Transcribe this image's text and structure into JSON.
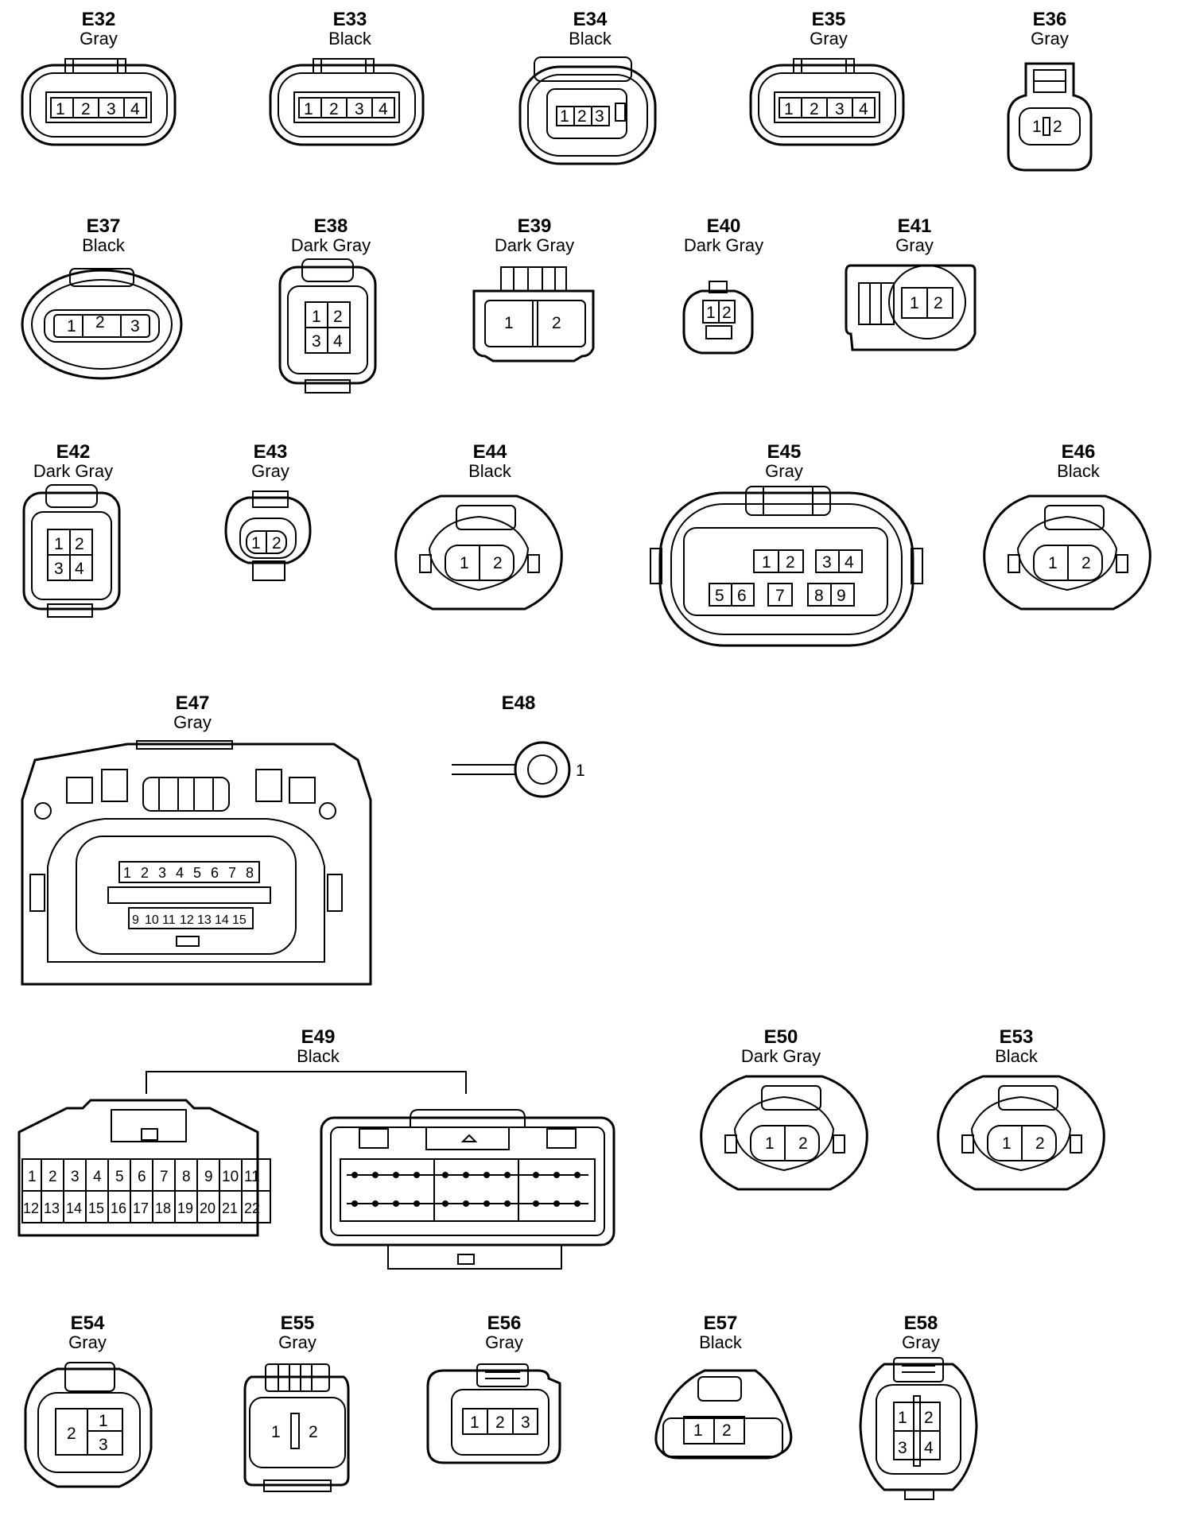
{
  "connectors": [
    {
      "id": "E32",
      "color": "Gray",
      "pins": [
        "1",
        "2",
        "3",
        "4"
      ]
    },
    {
      "id": "E33",
      "color": "Black",
      "pins": [
        "1",
        "2",
        "3",
        "4"
      ]
    },
    {
      "id": "E34",
      "color": "Black",
      "pins": [
        "1",
        "2",
        "3"
      ]
    },
    {
      "id": "E35",
      "color": "Gray",
      "pins": [
        "1",
        "2",
        "3",
        "4"
      ]
    },
    {
      "id": "E36",
      "color": "Gray",
      "pins": [
        "1",
        "2"
      ]
    },
    {
      "id": "E37",
      "color": "Black",
      "pins": [
        "1",
        "2",
        "3"
      ]
    },
    {
      "id": "E38",
      "color": "Dark Gray",
      "pins": [
        "1",
        "2",
        "3",
        "4"
      ]
    },
    {
      "id": "E39",
      "color": "Dark Gray",
      "pins": [
        "1",
        "2"
      ]
    },
    {
      "id": "E40",
      "color": "Dark Gray",
      "pins": [
        "1",
        "2"
      ]
    },
    {
      "id": "E41",
      "color": "Gray",
      "pins": [
        "1",
        "2"
      ]
    },
    {
      "id": "E42",
      "color": "Dark Gray",
      "pins": [
        "1",
        "2",
        "3",
        "4"
      ]
    },
    {
      "id": "E43",
      "color": "Gray",
      "pins": [
        "1",
        "2"
      ]
    },
    {
      "id": "E44",
      "color": "Black",
      "pins": [
        "1",
        "2"
      ]
    },
    {
      "id": "E45",
      "color": "Gray",
      "pins": [
        "1",
        "2",
        "3",
        "4",
        "5",
        "6",
        "7",
        "8",
        "9"
      ]
    },
    {
      "id": "E46",
      "color": "Black",
      "pins": [
        "1",
        "2"
      ]
    },
    {
      "id": "E47",
      "color": "Gray",
      "pins": [
        "1",
        "2",
        "3",
        "4",
        "5",
        "6",
        "7",
        "8",
        "9",
        "10",
        "11",
        "12",
        "13",
        "14",
        "15"
      ]
    },
    {
      "id": "E48",
      "color": "",
      "pins": [
        "1"
      ]
    },
    {
      "id": "E49",
      "color": "Black",
      "pins": [
        "1",
        "2",
        "3",
        "4",
        "5",
        "6",
        "7",
        "8",
        "9",
        "10",
        "11",
        "12",
        "13",
        "14",
        "15",
        "16",
        "17",
        "18",
        "19",
        "20",
        "21",
        "22"
      ]
    },
    {
      "id": "E50",
      "color": "Dark Gray",
      "pins": [
        "1",
        "2"
      ]
    },
    {
      "id": "E53",
      "color": "Black",
      "pins": [
        "1",
        "2"
      ]
    },
    {
      "id": "E54",
      "color": "Gray",
      "pins": [
        "1",
        "2",
        "3"
      ]
    },
    {
      "id": "E55",
      "color": "Gray",
      "pins": [
        "1",
        "2"
      ]
    },
    {
      "id": "E56",
      "color": "Gray",
      "pins": [
        "1",
        "2",
        "3"
      ]
    },
    {
      "id": "E57",
      "color": "Black",
      "pins": [
        "1",
        "2"
      ]
    },
    {
      "id": "E58",
      "color": "Gray",
      "pins": [
        "1",
        "2",
        "3",
        "4"
      ]
    }
  ],
  "line_color": "#000000",
  "background": "#ffffff"
}
